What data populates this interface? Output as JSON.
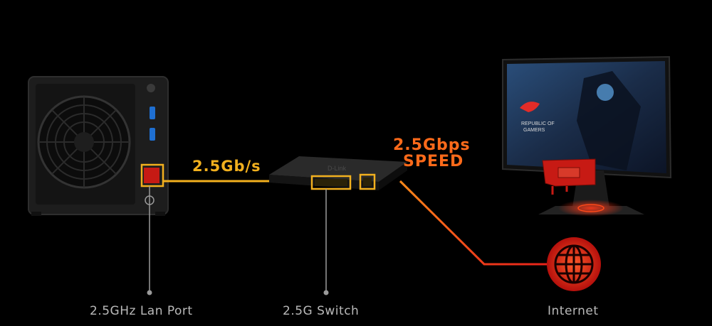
{
  "link_speed_label": "2.5Gb/s",
  "speed_headline": {
    "line1": "2.5Gbps",
    "line2": "SPEED"
  },
  "nodes": {
    "nas_port": "2.5GHz Lan Port",
    "switch": "2.5G Switch",
    "internet": "Internet"
  },
  "monitor_screen_text": {
    "line1": "REPUBLIC OF",
    "line2": "GAMERS"
  },
  "switch_brand_text": "D-Link",
  "colors": {
    "background": "#000000",
    "link_yellow": "#f2b01e",
    "link_orange": "#ff6a1a",
    "link_red": "#e8231a",
    "label_grey": "#b9b9b9"
  }
}
